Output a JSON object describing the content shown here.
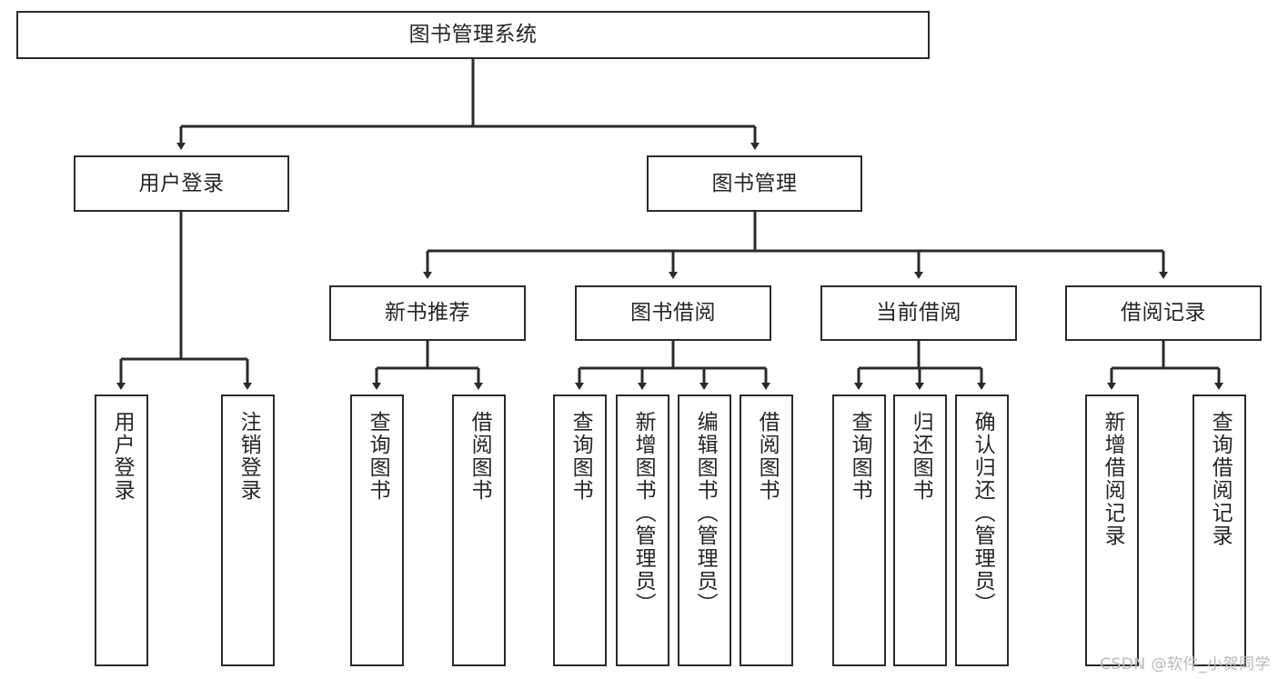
{
  "diagram": {
    "title": "图书管理系统",
    "root": {
      "label": "图书管理系统"
    },
    "level2": [
      {
        "label": "用户登录"
      },
      {
        "label": "图书管理"
      }
    ],
    "level3": [
      {
        "label": "新书推荐"
      },
      {
        "label": "图书借阅"
      },
      {
        "label": "当前借阅"
      },
      {
        "label": "借阅记录"
      }
    ],
    "leaves": [
      {
        "label": "用户登录",
        "parent": "用户登录"
      },
      {
        "label": "注销登录",
        "parent": "用户登录"
      },
      {
        "label": "查询图书",
        "parent": "新书推荐"
      },
      {
        "label": "借阅图书",
        "parent": "新书推荐"
      },
      {
        "label": "查询图书",
        "parent": "图书借阅"
      },
      {
        "label": "新增图书（管理员）",
        "parent": "图书借阅"
      },
      {
        "label": "编辑图书（管理员）",
        "parent": "图书借阅"
      },
      {
        "label": "借阅图书",
        "parent": "图书借阅"
      },
      {
        "label": "查询图书",
        "parent": "当前借阅"
      },
      {
        "label": "归还图书",
        "parent": "当前借阅"
      },
      {
        "label": "确认归还（管理员）",
        "parent": "当前借阅"
      },
      {
        "label": "新增借阅记录",
        "parent": "借阅记录"
      },
      {
        "label": "查询借阅记录",
        "parent": "借阅记录"
      }
    ]
  },
  "watermark": {
    "text": "CSDN @软件_小贺同学"
  },
  "colors": {
    "stroke": "#2b2b2b",
    "background": "#ffffff",
    "text": "#262626",
    "watermark": "#b9b9b9"
  }
}
